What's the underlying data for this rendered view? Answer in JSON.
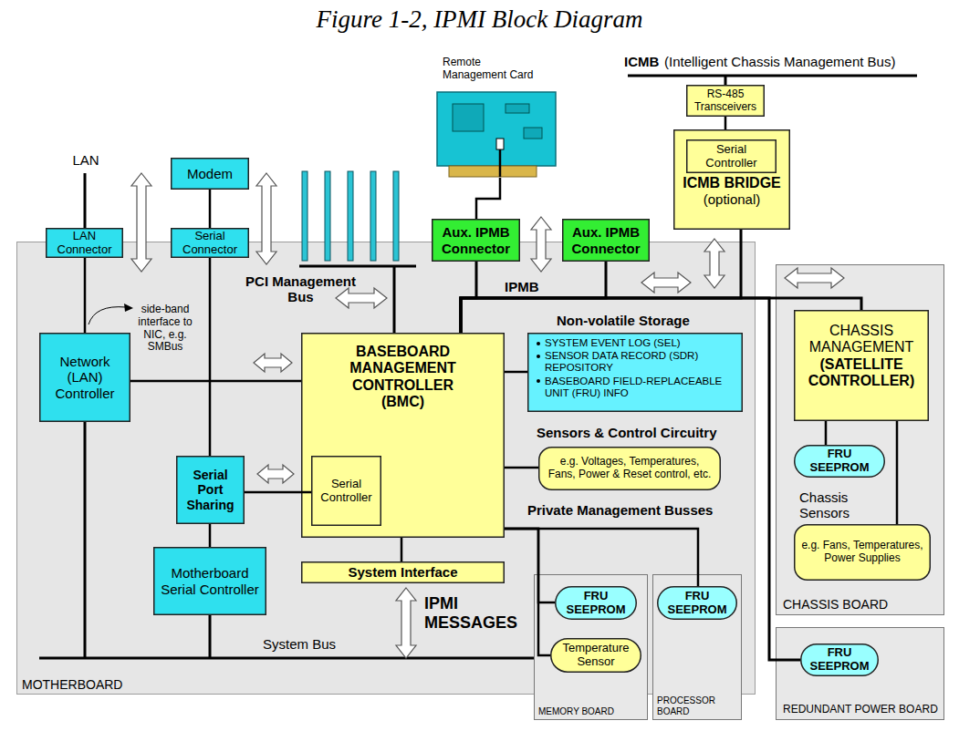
{
  "diagram": {
    "title": "Figure 1-2, IPMI Block Diagram",
    "nodes": [
      {
        "text": [
          "MOTHERBOARD"
        ]
      },
      {
        "text": [
          "Modem"
        ]
      },
      {
        "text": [
          "LAN Connector"
        ]
      },
      {
        "text": [
          "Serial Connector"
        ]
      },
      {
        "text": [
          "Remote Management Card"
        ]
      },
      {
        "text": [
          "RS-485 Transceivers"
        ]
      },
      {
        "text": [
          "ICMB BRIDGE",
          "(optional)"
        ]
      },
      {
        "text": [
          "Serial Controller"
        ],
        "in": 6
      },
      {
        "text": [
          "Aux. IPMB Connector"
        ]
      },
      {
        "text": [
          "Aux. IPMB Connector"
        ]
      },
      {
        "text": [
          "Network (LAN) Controller"
        ],
        "in": 0
      },
      {
        "text": [
          "BASEBOARD MANAGEMENT CONTROLLER (BMC)"
        ],
        "in": 0
      },
      {
        "text": [
          "Serial Controller"
        ],
        "in": 11
      },
      {
        "text": [
          "Non-volatile Storage",
          "SYSTEM EVENT LOG (SEL)",
          "SENSOR DATA RECORD (SDR) REPOSITORY",
          "BASEBOARD FIELD-REPLACEABLE UNIT (FRU) INFO"
        ],
        "in": 0
      },
      {
        "text": [
          "Sensors & Control Circuitry",
          "e.g. Voltages, Temperatures, Fans, Power & Reset control, etc."
        ],
        "in": 0
      },
      {
        "text": [
          "Serial Port Sharing"
        ],
        "in": 0
      },
      {
        "text": [
          "Motherboard Serial Controller"
        ],
        "in": 0
      },
      {
        "text": [
          "System Interface"
        ],
        "in": 0
      },
      {
        "text": [
          "MEMORY BOARD"
        ]
      },
      {
        "text": [
          "FRU SEEPROM"
        ],
        "in": 18
      },
      {
        "text": [
          "Temperature Sensor"
        ],
        "in": 18
      },
      {
        "text": [
          "PROCESSOR BOARD"
        ]
      },
      {
        "text": [
          "FRU SEEPROM"
        ],
        "in": 21
      },
      {
        "text": [
          "CHASSIS BOARD"
        ]
      },
      {
        "text": [
          "CHASSIS MANAGEMENT",
          "(SATELLITE CONTROLLER)"
        ],
        "in": 23
      },
      {
        "text": [
          "FRU SEEPROM"
        ],
        "in": 23
      },
      {
        "text": [
          "Chassis Sensors",
          "e.g. Fans, Temperatures, Power Supplies"
        ],
        "in": 23
      },
      {
        "text": [
          "REDUNDANT POWER BOARD"
        ]
      },
      {
        "text": [
          "FRU SEEPROM"
        ],
        "in": 27
      }
    ],
    "edges": [
      {
        "from": 2,
        "to": 10,
        "arrow": "none"
      },
      {
        "from": 1,
        "to": 3,
        "arrow": "none"
      },
      {
        "from": 3,
        "to": 15,
        "arrow": "none"
      },
      {
        "from": 15,
        "to": 16,
        "arrow": "none"
      },
      {
        "from": 15,
        "to": 12,
        "arrow": "none"
      },
      {
        "from": 10,
        "to": 11,
        "arrow": "none"
      },
      {
        "from": 11,
        "to": 13,
        "arrow": "none"
      },
      {
        "from": 11,
        "to": 14,
        "arrow": "none"
      },
      {
        "from": 11,
        "to": 17,
        "arrow": "none"
      },
      {
        "from": 5,
        "to": 6,
        "arrow": "none"
      },
      {
        "from": 4,
        "to": 8,
        "arrow": "none"
      },
      {
        "from": 11,
        "to": 8,
        "arrow": "none"
      },
      {
        "from": 11,
        "to": 9,
        "arrow": "none"
      },
      {
        "from": 11,
        "to": 6,
        "arrow": "none"
      },
      {
        "from": 11,
        "to": 24,
        "arrow": "none"
      },
      {
        "from": 11,
        "to": 28,
        "arrow": "none"
      },
      {
        "from": 11,
        "to": 19,
        "arrow": "none"
      },
      {
        "from": 11,
        "to": 20,
        "arrow": "none"
      },
      {
        "from": 11,
        "to": 22,
        "arrow": "none"
      },
      {
        "from": 24,
        "to": 25,
        "arrow": "none"
      },
      {
        "from": 24,
        "to": 26,
        "arrow": "none"
      }
    ],
    "labels": [
      "ICMB",
      "(Intelligent Chassis Management Bus)",
      "LAN",
      "PCI Management Bus",
      "IPMB",
      "side-band interface to NIC, e.g. SMBus",
      "Private Management Busses",
      "IPMI MESSAGES",
      "System Bus"
    ]
  }
}
